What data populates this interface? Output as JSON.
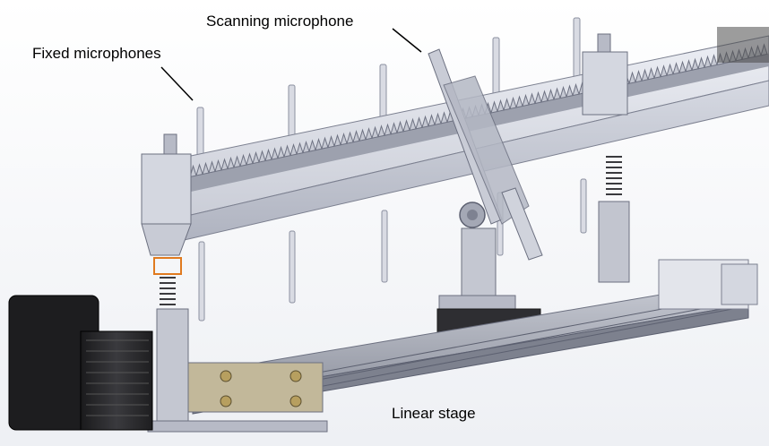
{
  "labels": {
    "fixed_microphones": "Fixed microphones",
    "scanning_microphone": "Scanning microphone",
    "linear_stage": "Linear stage"
  },
  "colors": {
    "metal_light": "#dfe1ea",
    "metal_mid": "#b8bcc8",
    "metal_dark": "#8a8e9c",
    "steel_black": "#2a2a2e",
    "brass": "#c9b98a",
    "highlight_orange": "#e07a1f"
  }
}
